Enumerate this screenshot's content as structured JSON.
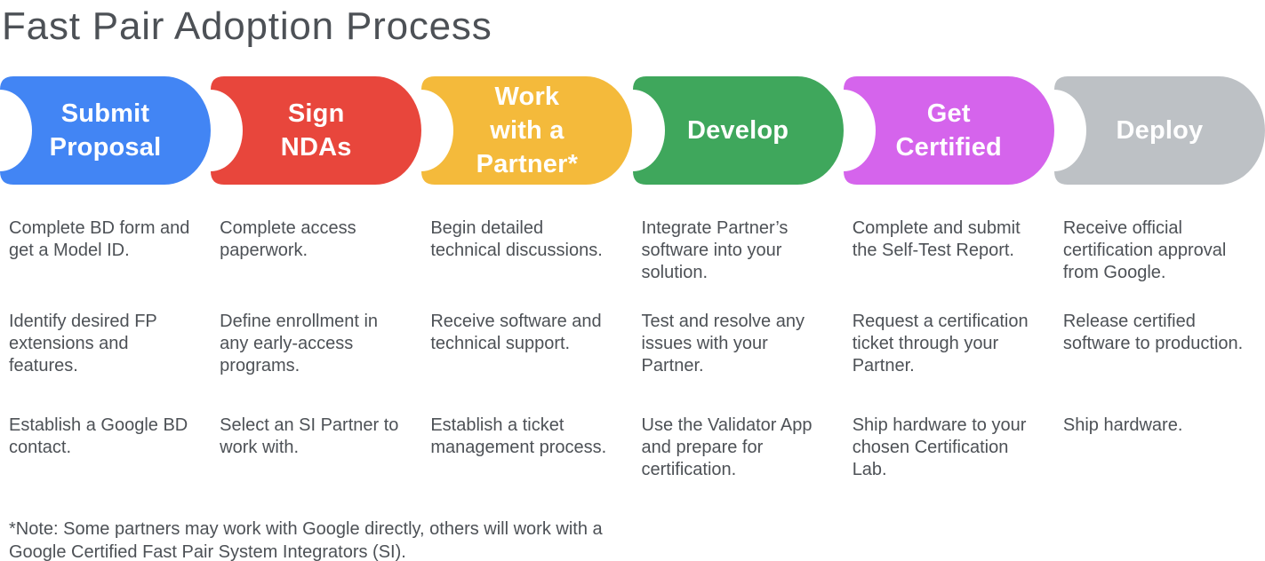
{
  "title": "Fast Pair Adoption Process",
  "text_color": "#4d5156",
  "steps": [
    {
      "label": "Submit Proposal",
      "label_lines": [
        "Submit",
        "Proposal"
      ],
      "color": "#4285F4",
      "tasks": [
        "Complete BD form and get a Model ID.",
        "Identify desired FP extensions and features.",
        "Establish a Google BD contact."
      ]
    },
    {
      "label": "Sign NDAs",
      "label_lines": [
        "Sign",
        "NDAs"
      ],
      "color": "#E8463C",
      "tasks": [
        "Complete access paperwork.",
        "Define enrollment in any early-access programs.",
        "Select an SI Partner to work with."
      ]
    },
    {
      "label": "Work with a Partner*",
      "label_lines": [
        "Work",
        "with a",
        "Partner*"
      ],
      "color": "#F4BA3B",
      "tasks": [
        "Begin detailed technical discussions.",
        "Receive software and technical support.",
        "Establish a ticket management process."
      ]
    },
    {
      "label": "Develop",
      "label_lines": [
        "Develop"
      ],
      "color": "#3FA75C",
      "tasks": [
        "Integrate Partner’s software into your solution.",
        "Test and resolve any issues with your Partner.",
        "Use the Validator App and prepare for certification."
      ]
    },
    {
      "label": "Get Certified",
      "label_lines": [
        "Get",
        "Certified"
      ],
      "color": "#D564EC",
      "tasks": [
        "Complete and submit the Self-Test Report.",
        "Request a certification ticket through your Partner.",
        "Ship hardware to your chosen Certification Lab."
      ]
    },
    {
      "label": "Deploy",
      "label_lines": [
        "Deploy"
      ],
      "color": "#BDC1C5",
      "tasks": [
        "Receive official certification approval from Google.",
        "Release certified software to production.",
        "Ship hardware."
      ]
    }
  ],
  "footnote": "*Note: Some partners may work with Google directly, others will work with a Google Certified Fast Pair System Integrators (SI)."
}
